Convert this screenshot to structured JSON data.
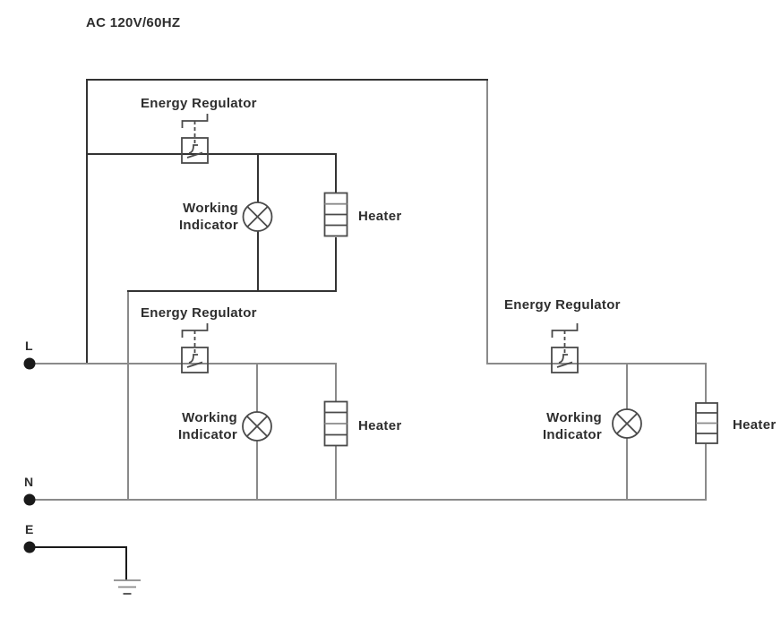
{
  "title": "AC 120V/60HZ",
  "colors": {
    "background": "#ffffff",
    "wire": "#8a8a8a",
    "wire_dark": "#333333",
    "component": "#4a4a4a",
    "text": "#2e2e2e",
    "terminal_dot": "#1a1a1a"
  },
  "terminals": {
    "live": "L",
    "neutral": "N",
    "earth": "E"
  },
  "circuits": [
    {
      "position": "top",
      "regulator": "Energy Regulator",
      "indicator_line1": "Working",
      "indicator_line2": "Indicator",
      "heater": "Heater"
    },
    {
      "position": "middle-left",
      "regulator": "Energy Regulator",
      "indicator_line1": "Working",
      "indicator_line2": "Indicator",
      "heater": "Heater"
    },
    {
      "position": "right",
      "regulator": "Energy Regulator",
      "indicator_line1": "Working",
      "indicator_line2": "Indicator",
      "heater": "Heater"
    }
  ]
}
